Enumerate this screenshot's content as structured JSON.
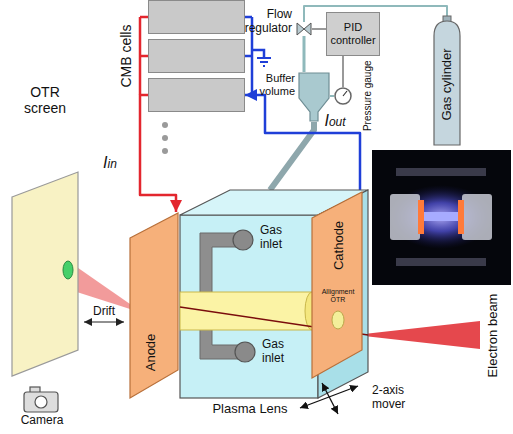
{
  "diagram": {
    "nodes": [
      {
        "text": [
          "CMB cells"
        ]
      },
      {
        "text": [
          "PID controller"
        ]
      },
      {
        "text": [
          "Gas cylinder"
        ]
      },
      {
        "text": [
          "Buffer volume"
        ]
      },
      {
        "text": [
          "Pressure gauge"
        ]
      },
      {
        "text": [
          "Flow regulator"
        ]
      },
      {
        "text": [
          "OTR screen"
        ]
      },
      {
        "text": [
          "Plasma Lens"
        ]
      },
      {
        "text": [
          "Gas inlet"
        ],
        "in": 7
      },
      {
        "text": [
          "Gas inlet"
        ],
        "in": 7
      },
      {
        "text": [
          "Anode"
        ]
      },
      {
        "text": [
          "Cathode"
        ]
      }
    ],
    "edges": [
      {
        "from": 2,
        "to": 5,
        "arrow": "none"
      },
      {
        "from": 5,
        "to": 3,
        "arrow": "none"
      },
      {
        "from": 3,
        "to": 7,
        "arrow": "none"
      },
      {
        "from": 1,
        "to": 5,
        "arrow": "none"
      },
      {
        "from": 4,
        "to": 1,
        "arrow": "none"
      },
      {
        "from": 3,
        "to": 4,
        "arrow": "none"
      },
      {
        "from": 0,
        "to": 10,
        "arrow": "to",
        "label": "Iin"
      },
      {
        "from": 11,
        "to": 0,
        "arrow": "to",
        "label": "Iout"
      }
    ],
    "labels": [
      "Drift",
      "Allignment OTR",
      "Electron beam",
      "2-axis mover",
      "Camera"
    ]
  }
}
